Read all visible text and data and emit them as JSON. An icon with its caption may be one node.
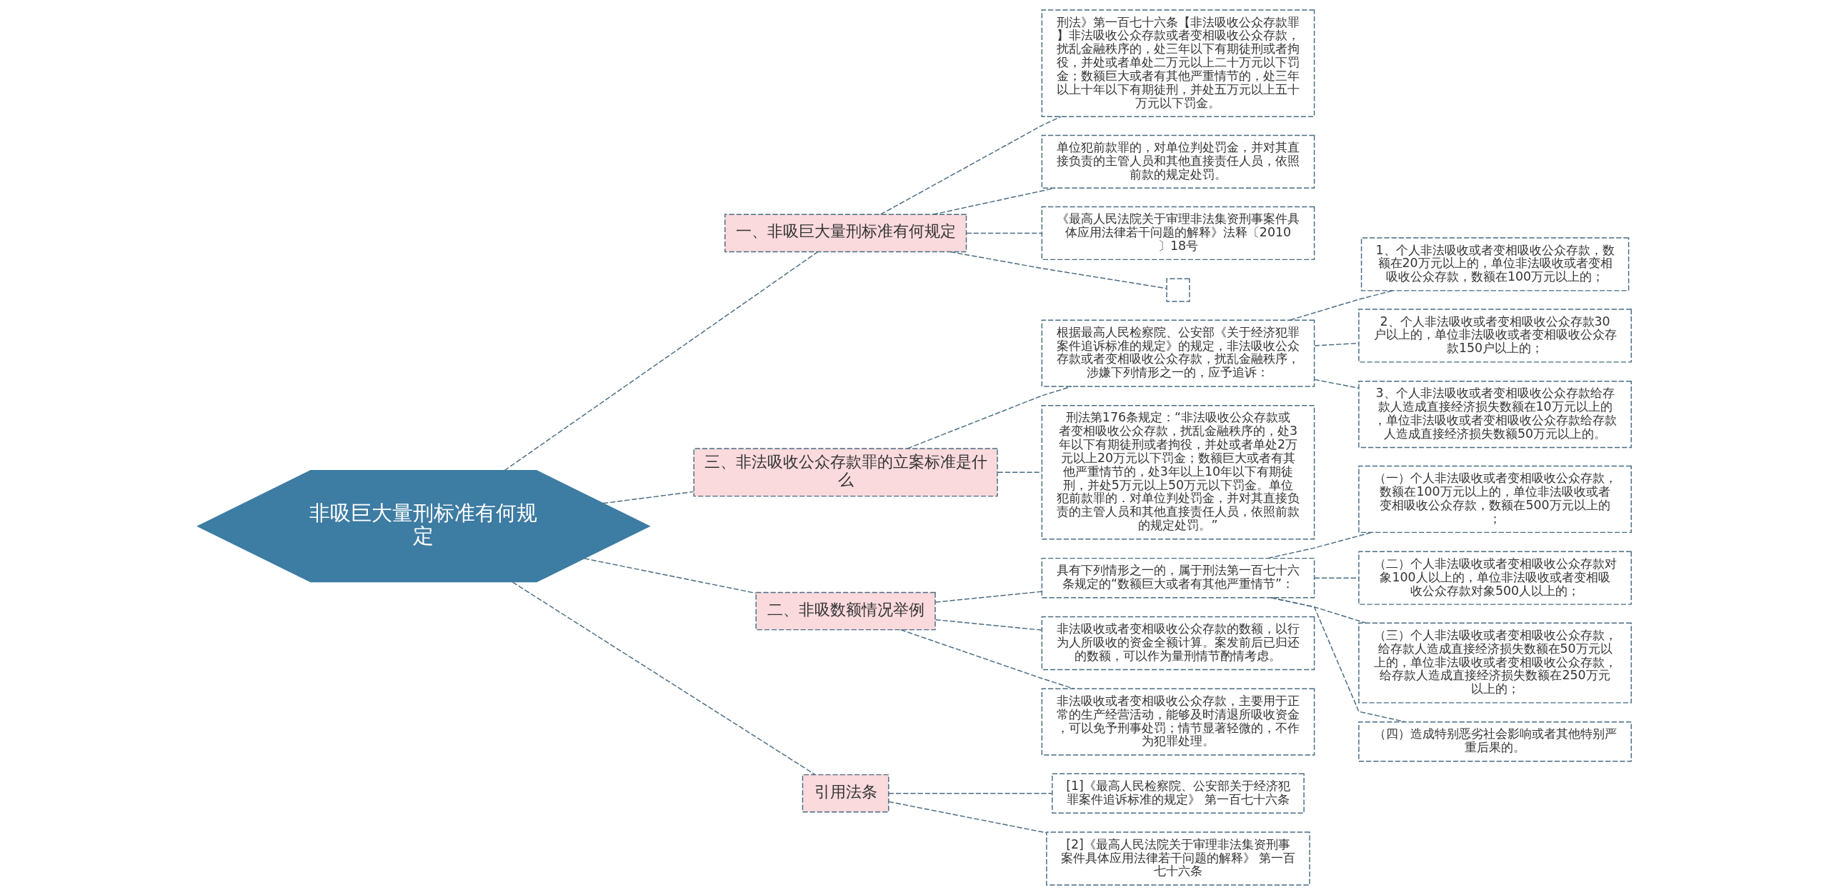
{
  "diagram": {
    "nodes": [
      {
        "text": [
          "非吸巨大量刑标准有何规定"
        ]
      },
      {
        "text": [
          "一、非吸巨大量刑标准有何规定"
        ]
      },
      {
        "text": [
          "刑法》第一百七十六条【非法吸收公众存款罪】非法吸收公众存款或者变相吸收公众存款，扰乱金融秩序的，处三年以下有期徒刑或者拘役，并处或者单处二万元以上二十万元以下罚金；数额巨大或者有其他严重情节的，处三年以上十年以下有期徒刑，并处五万元以上五十万元以下罚金。"
        ]
      },
      {
        "text": [
          "单位犯前款罪的，对单位判处罚金，并对其直接负责的主管人员和其他直接责任人员，依照前款的规定处罚。"
        ]
      },
      {
        "text": [
          "《最高人民法院关于审理非法集资刑事案件具体应用法律若干问题的解释》法释〔2010〕18号"
        ]
      },
      {
        "text": [],
        "shape": "box"
      },
      {
        "text": [
          "三、非法吸收公众存款罪的立案标准是什么"
        ]
      },
      {
        "text": [
          "根据最高人民检察院、公安部《关于经济犯罪案件追诉标准的规定》的规定，非法吸收公众存款或者变相吸收公众存款，扰乱金融秩序，涉嫌下列情形之一的，应予追诉："
        ]
      },
      {
        "text": [
          "1、个人非法吸收或者变相吸收公众存款，数额在20万元以上的，单位非法吸收或者变相吸收公众存款，数额在100万元以上的；"
        ]
      },
      {
        "text": [
          "2、个人非法吸收或者变相吸收公众存款30户以上的，单位非法吸收或者变相吸收公众存款150户以上的；"
        ]
      },
      {
        "text": [
          "3、个人非法吸收或者变相吸收公众存款给存款人造成直接经济损失数额在10万元以上的，单位非法吸收或者变相吸收公众存款给存款人造成直接经济损失数额50万元以上的。"
        ]
      },
      {
        "text": [
          "刑法第176条规定：“非法吸收公众存款或者变相吸收公众存款，扰乱金融秩序的，处3年以下有期徒刑或者拘役，并处或者单处2万元以上20万元以下罚金；数额巨大或者有其他严重情节的，处3年以上10年以下有期徒刑，并处5万元以上50万元以下罚金。单位犯前款罪的．对单位判处罚金，并对其直接负责的主管人员和其他直接责任人员，依照前款的规定处罚。”"
        ]
      },
      {
        "text": [
          "二、非吸数额情况举例"
        ]
      },
      {
        "text": [
          "具有下列情形之一的，属于刑法第一百七十六条规定的“数额巨大或者有其他严重情节”："
        ]
      },
      {
        "text": [
          "（一）个人非法吸收或者变相吸收公众存款，数额在100万元以上的，单位非法吸收或者变相吸收公众存款，数额在500万元以上的；"
        ]
      },
      {
        "text": [
          "（二）个人非法吸收或者变相吸收公众存款对象100人以上的，单位非法吸收或者变相吸收公众存款对象500人以上的；"
        ]
      },
      {
        "text": [
          "（三）个人非法吸收或者变相吸收公众存款，给存款人造成直接经济损失数额在50万元以上的，单位非法吸收或者变相吸收公众存款，给存款人造成直接经济损失数额在250万元以上的；"
        ]
      },
      {
        "text": [
          "（四）造成特别恶劣社会影响或者其他特别严重后果的。"
        ]
      },
      {
        "text": [
          "非法吸收或者变相吸收公众存款的数额，以行为人所吸收的资金全额计算。案发前后已归还的数额，可以作为量刑情节酌情考虑。"
        ]
      },
      {
        "text": [
          "非法吸收或者变相吸收公众存款，主要用于正常的生产经营活动，能够及时清退所吸收资金，可以免予刑事处罚；情节显著轻微的，不作为犯罪处理。"
        ]
      },
      {
        "text": [
          "引用法条"
        ]
      },
      {
        "text": [
          "[1]《最高人民检察院、公安部关于经济犯罪案件追诉标准的规定》 第一百七十六条"
        ]
      },
      {
        "text": [
          "[2]《最高人民法院关于审理非法集资刑事案件具体应用法律若干问题的解释》 第一百七十六条"
        ]
      }
    ],
    "edges": [
      {
        "from": 0,
        "to": 1,
        "arrow": "none"
      },
      {
        "from": 1,
        "to": 2,
        "arrow": "none"
      },
      {
        "from": 1,
        "to": 3,
        "arrow": "none"
      },
      {
        "from": 1,
        "to": 4,
        "arrow": "none"
      },
      {
        "from": 1,
        "to": 5,
        "arrow": "none"
      },
      {
        "from": 0,
        "to": 6,
        "arrow": "none"
      },
      {
        "from": 6,
        "to": 7,
        "arrow": "none"
      },
      {
        "from": 7,
        "to": 8,
        "arrow": "none"
      },
      {
        "from": 7,
        "to": 9,
        "arrow": "none"
      },
      {
        "from": 7,
        "to": 10,
        "arrow": "none"
      },
      {
        "from": 6,
        "to": 11,
        "arrow": "none"
      },
      {
        "from": 0,
        "to": 12,
        "arrow": "none"
      },
      {
        "from": 12,
        "to": 13,
        "arrow": "none"
      },
      {
        "from": 13,
        "to": 14,
        "arrow": "none"
      },
      {
        "from": 13,
        "to": 15,
        "arrow": "none"
      },
      {
        "from": 13,
        "to": 16,
        "arrow": "none"
      },
      {
        "from": 13,
        "to": 17,
        "arrow": "none"
      },
      {
        "from": 12,
        "to": 18,
        "arrow": "none"
      },
      {
        "from": 12,
        "to": 19,
        "arrow": "none"
      },
      {
        "from": 0,
        "to": 20,
        "arrow": "none"
      },
      {
        "from": 20,
        "to": 21,
        "arrow": "none"
      },
      {
        "from": 20,
        "to": 22,
        "arrow": "none"
      }
    ]
  }
}
